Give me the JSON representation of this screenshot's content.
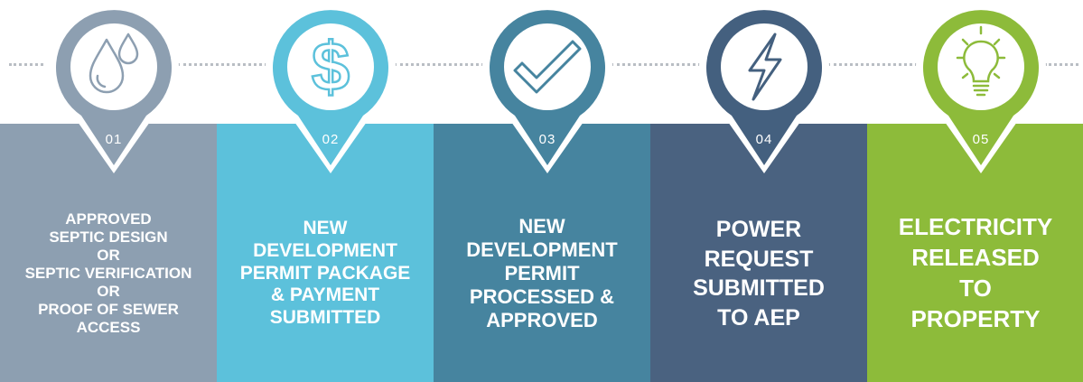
{
  "steps": [
    {
      "number": "01",
      "text": "APPROVED\nSEPTIC DESIGN\nOR\nSEPTIC VERIFICATION\nOR\nPROOF OF SEWER\nACCESS",
      "icon": "water-drops-icon",
      "color": "#8d9fb1",
      "panel_color": "#8d9fb1"
    },
    {
      "number": "02",
      "text": "NEW\nDEVELOPMENT\nPERMIT PACKAGE\n& PAYMENT\nSUBMITTED",
      "icon": "dollar-sign-icon",
      "color": "#5cc1db",
      "panel_color": "#5cc1db"
    },
    {
      "number": "03",
      "text": "NEW\nDEVELOPMENT\nPERMIT\nPROCESSED &\nAPPROVED",
      "icon": "checkmark-icon",
      "color": "#46849f",
      "panel_color": "#46849f"
    },
    {
      "number": "04",
      "text": "POWER\nREQUEST\nSUBMITTED\nTO AEP",
      "icon": "lightning-bolt-icon",
      "color": "#44607f",
      "panel_color": "#4a6280"
    },
    {
      "number": "05",
      "text": "ELECTRICITY\nRELEASED\nTO\nPROPERTY",
      "icon": "lightbulb-icon",
      "color": "#8dbb3a",
      "panel_color": "#8dbb3a"
    }
  ]
}
